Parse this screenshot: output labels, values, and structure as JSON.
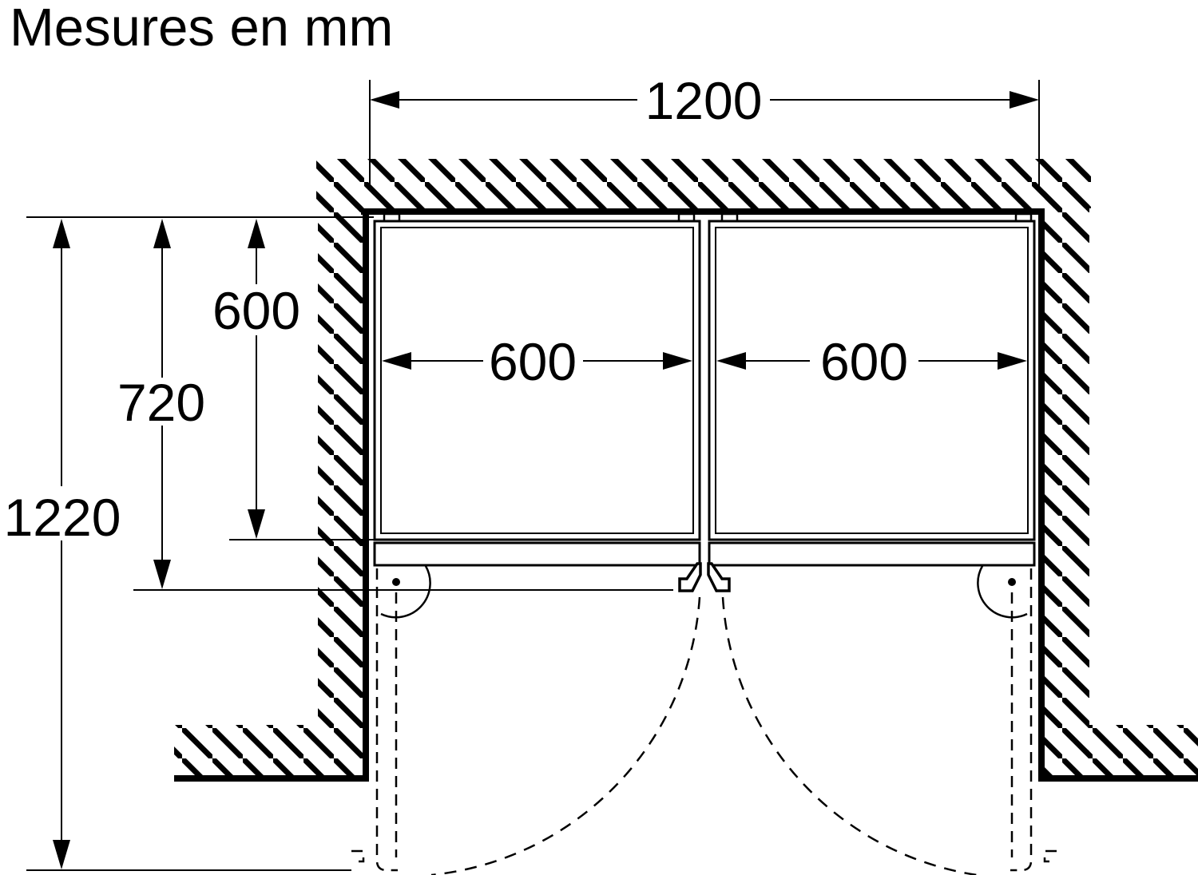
{
  "title": "Mesures en mm",
  "unit": "mm",
  "colors": {
    "line": "#000000",
    "background": "#ffffff"
  },
  "dimensions": {
    "niche_width": "1200",
    "body_depth": "600",
    "depth_with_door": "720",
    "depth_door_open_90": "1220",
    "left_appliance_width": "600",
    "right_appliance_width": "600"
  }
}
